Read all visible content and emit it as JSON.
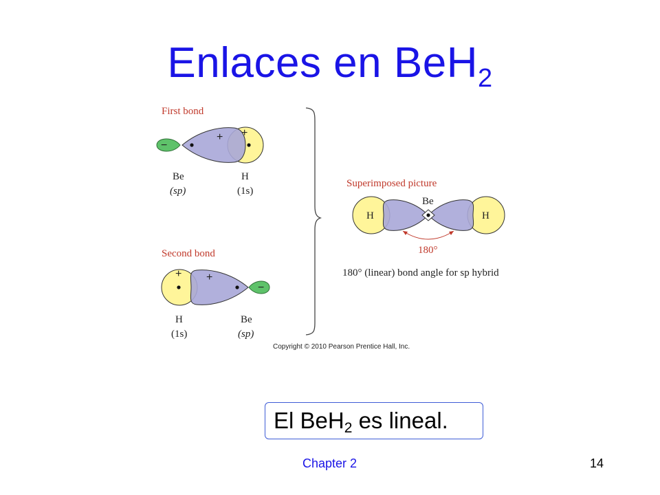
{
  "title": {
    "main": "Enlaces en  BeH",
    "subscript": "2"
  },
  "figure": {
    "first_bond": {
      "heading": "First bond",
      "left_atom": "Be",
      "left_orbital": "(sp)",
      "right_atom": "H",
      "right_orbital": "(1s)"
    },
    "second_bond": {
      "heading": "Second bond",
      "left_atom": "H",
      "left_orbital": "(1s)",
      "right_atom": "Be",
      "right_orbital": "(sp)"
    },
    "superimposed": {
      "heading": "Superimposed picture",
      "center_atom": "Be",
      "left_atom": "H",
      "right_atom": "H",
      "angle": "180°",
      "caption": "180° (linear) bond angle for sp hybrid"
    },
    "signs": {
      "plus": "+",
      "minus": "−"
    },
    "copyright": "Copyright © 2010 Pearson Prentice Hall, Inc.",
    "colors": {
      "lobe": "#a9a7d8",
      "h_orbital": "#fff59a",
      "small_lobe": "#5ec26a",
      "heading_text": "#c0392b"
    }
  },
  "callout": {
    "prefix": "El  BeH",
    "subscript": "2",
    "suffix": " es lineal."
  },
  "footer": {
    "chapter": "Chapter 2",
    "page": "14"
  }
}
